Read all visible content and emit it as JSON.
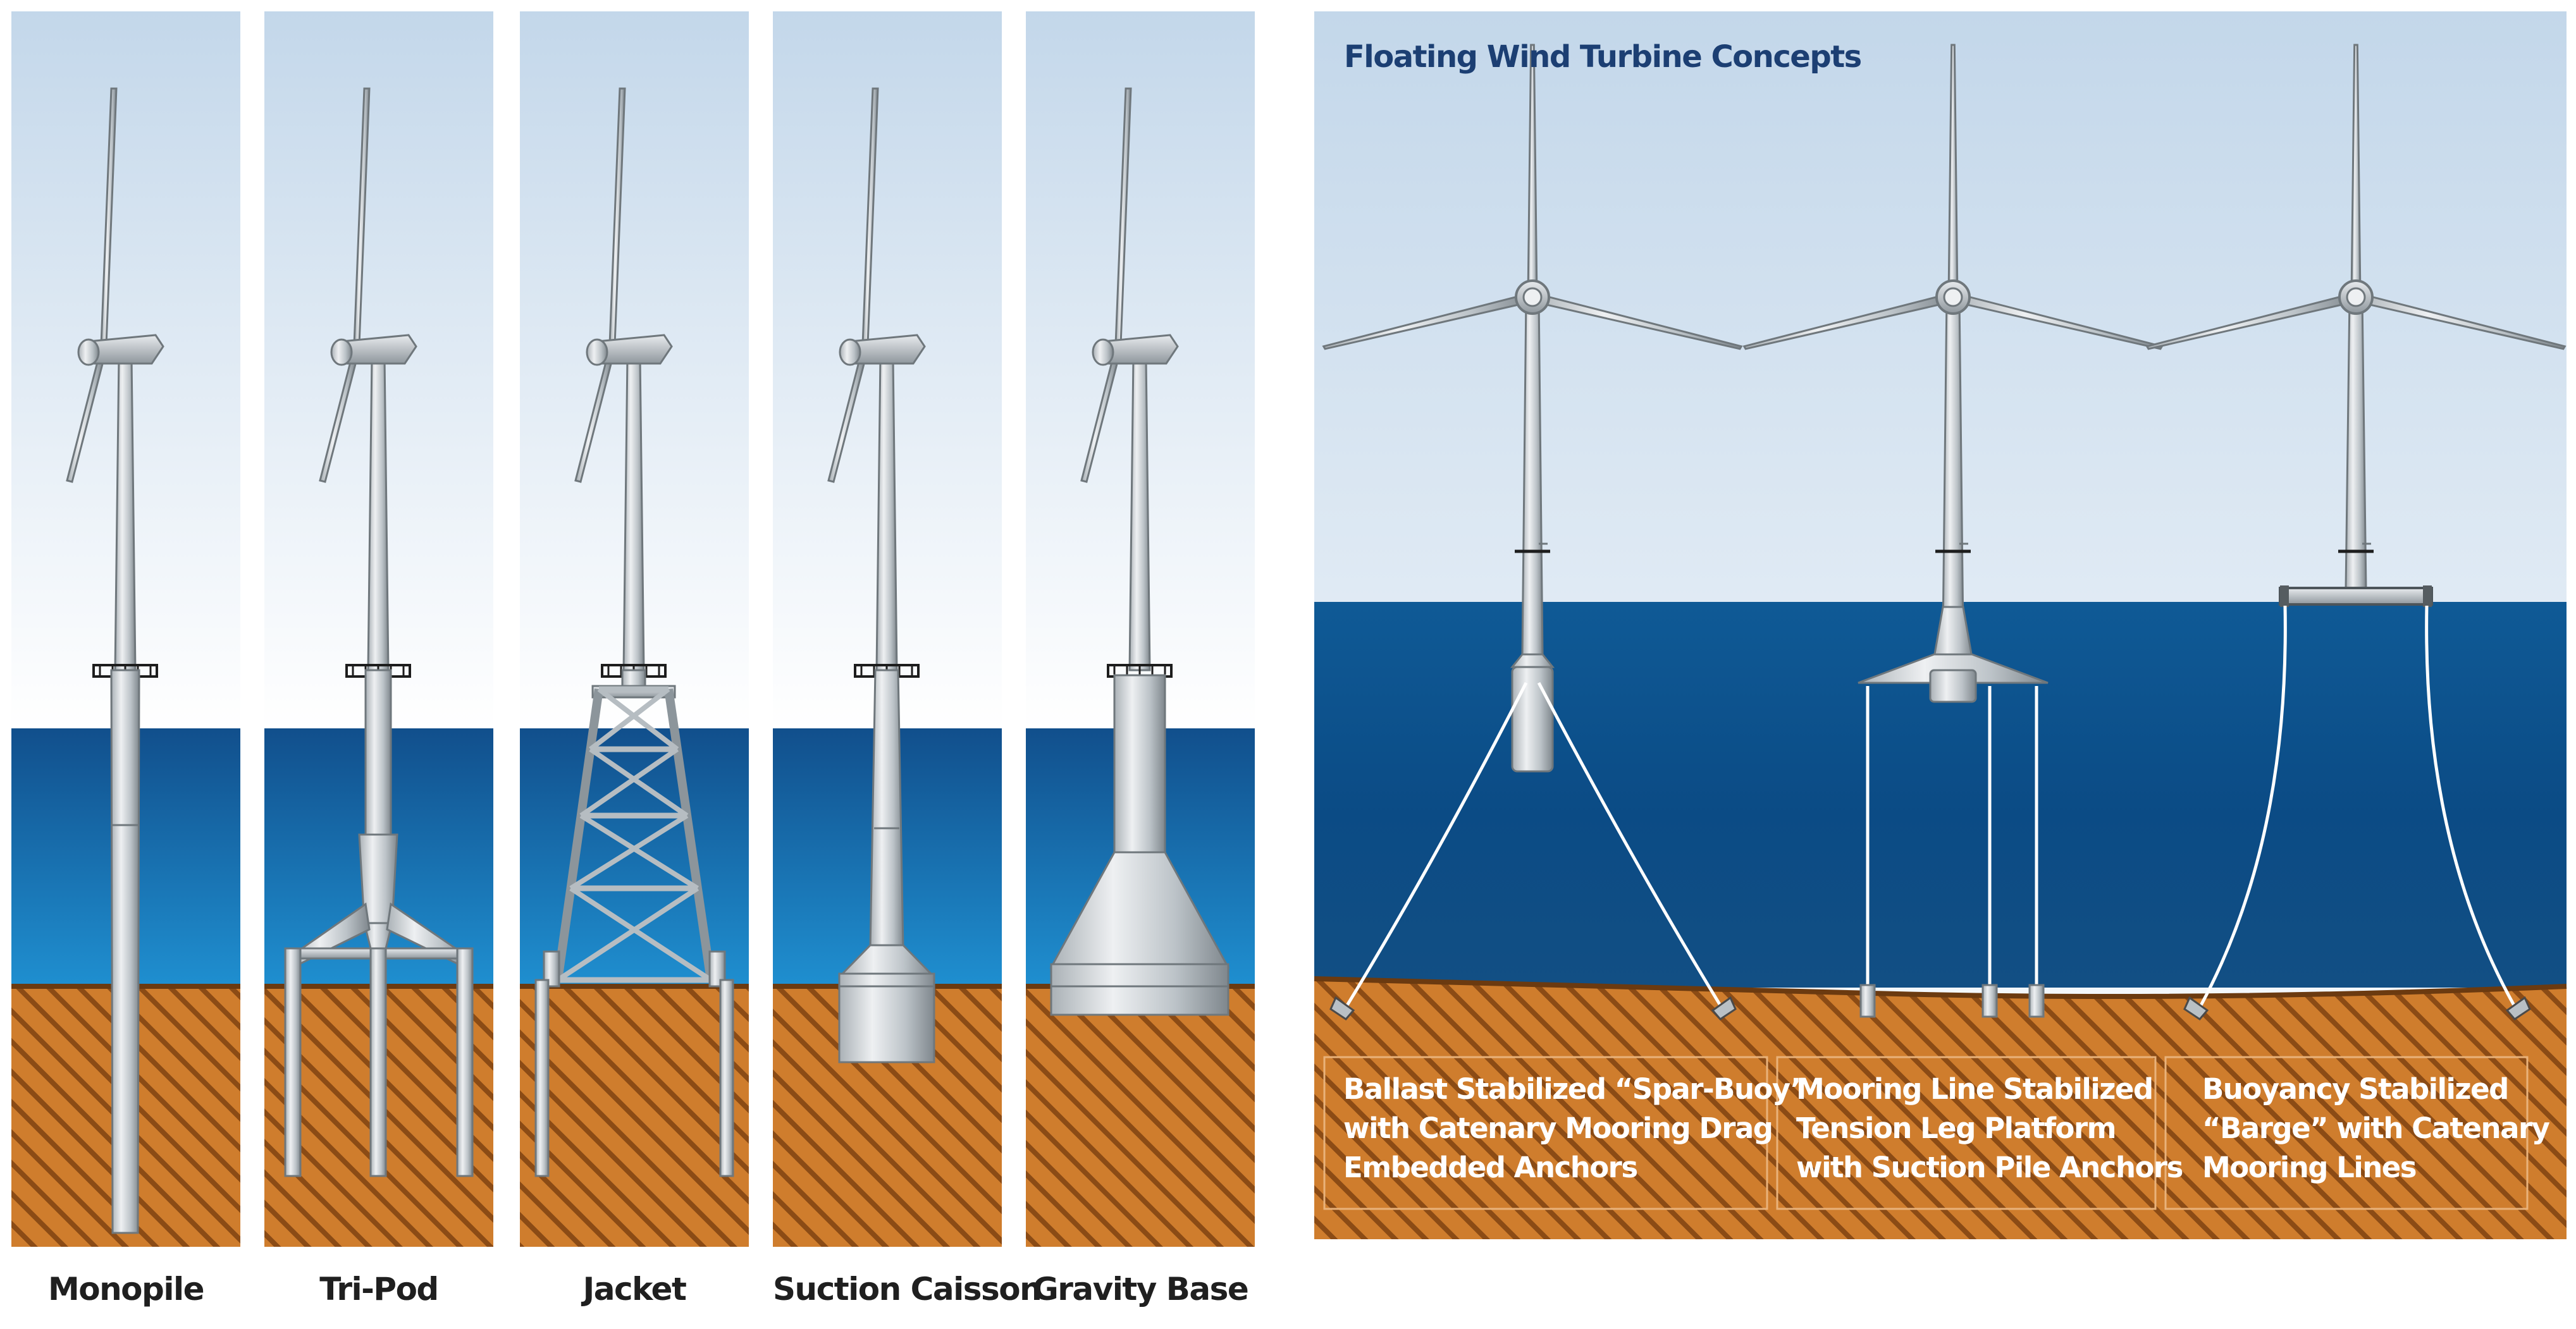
{
  "colors": {
    "sky_top": "#c6d9ec",
    "sky_bottom": "#ffffff",
    "sea_surface": "#1d6fa8",
    "sea_deep": "#0a4a86",
    "seabed": "#c8762c",
    "hatch": "#8a4a14",
    "steel_light": "#dfe3e6",
    "steel_dark": "#8c959b",
    "title_blue": "#1c3f73"
  },
  "fixed_foundations": [
    {
      "id": "monopile",
      "label": "Monopile"
    },
    {
      "id": "tripod",
      "label": "Tri-Pod"
    },
    {
      "id": "jacket",
      "label": "Jacket"
    },
    {
      "id": "suction-caisson",
      "label": "Suction Caisson"
    },
    {
      "id": "gravity-base",
      "label": "Gravity Base"
    }
  ],
  "floating": {
    "title": "Floating Wind Turbine Concepts",
    "concepts": [
      {
        "id": "spar-buoy",
        "caption": "Ballast Stabilized “Spar-Buoy”\nwith Catenary Mooring Drag\nEmbedded Anchors"
      },
      {
        "id": "tension-leg",
        "caption": "Mooring Line Stabilized\nTension Leg Platform\nwith Suction Pile Anchors"
      },
      {
        "id": "barge",
        "caption": "Buoyancy Stabilized\n“Barge” with Catenary\nMooring Lines"
      }
    ]
  }
}
